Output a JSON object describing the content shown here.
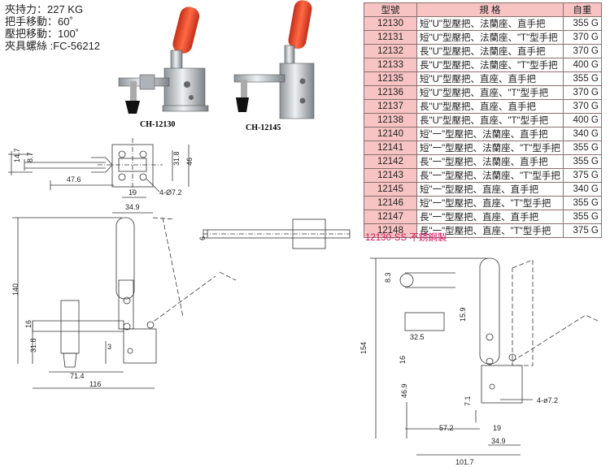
{
  "specs": {
    "line1": "夾持力：227 KG",
    "line2": "把手移動：60˚",
    "line3": "壓把移動：100˚",
    "line4": "夾具螺絲 :FC-56212"
  },
  "photo_labels": {
    "a": "CH-12130",
    "b": "CH-12145"
  },
  "table": {
    "headers": {
      "model": "型號",
      "spec": "規 格",
      "weight": "自重"
    },
    "rows": [
      {
        "model": "12130",
        "spec": "短\"U\"型壓把、法蘭座、直手把",
        "weight": "355 G"
      },
      {
        "model": "12131",
        "spec": "短\"U\"型壓把、法蘭座、\"T\"型手把",
        "weight": "370 G"
      },
      {
        "model": "12132",
        "spec": "長\"U\"型壓把、法蘭座、直手把",
        "weight": "370 G"
      },
      {
        "model": "12133",
        "spec": "長\"U\"型壓把、法蘭座、\"T\"型手把",
        "weight": "400 G"
      },
      {
        "model": "12135",
        "spec": "短\"U\"型壓把、直座、直手把",
        "weight": "355 G"
      },
      {
        "model": "12136",
        "spec": "短\"U\"型壓把、直座、\"T\"型手把",
        "weight": "370 G"
      },
      {
        "model": "12137",
        "spec": "長\"U\"型壓把、直座、直手把",
        "weight": "370 G"
      },
      {
        "model": "12138",
        "spec": "長\"U\"型壓把、直座、\"T\"型手把",
        "weight": "400 G"
      },
      {
        "model": "12140",
        "spec": "短\"一\"型壓把、法蘭座、直手把",
        "weight": "340 G"
      },
      {
        "model": "12141",
        "spec": "短\"一\"型壓把、法蘭座、\"T\"型手把",
        "weight": "355 G"
      },
      {
        "model": "12142",
        "spec": "長\"一\"型壓把、法蘭座、直手把",
        "weight": "355 G"
      },
      {
        "model": "12143",
        "spec": "長\"一\"型壓把、法蘭座、\"T\"型手把",
        "weight": "375 G"
      },
      {
        "model": "12145",
        "spec": "短\"一\"型壓把、直座、直手把",
        "weight": "340 G"
      },
      {
        "model": "12146",
        "spec": "短\"一\"型壓把、直座、\"T\"型手把",
        "weight": "355 G"
      },
      {
        "model": "12147",
        "spec": "長\"一\"型壓把、直座、直手把",
        "weight": "355 G"
      },
      {
        "model": "12148",
        "spec": "長\"一\"型壓把、直座、\"T\"型手把",
        "weight": "375 G"
      }
    ],
    "ss_model": "12130-SS",
    "ss_text": "不銹鋼製"
  },
  "dims": {
    "d14_7": "14.7",
    "d8_7": "8.7",
    "d47_6": "47.6",
    "d31_8a": "31.8",
    "d46": "46",
    "d19a": "19",
    "d4_72a": "4-Ø7.2",
    "d34_9a": "34.9",
    "d6": "6",
    "d140": "140",
    "d16a": "16",
    "d31_8b": "31.8",
    "d3": "3",
    "d71_4": "71.4",
    "d116": "116",
    "d8_3": "8.3",
    "d15_9": "15.9",
    "d32_5": "32.5",
    "d154": "154",
    "d16b": "16",
    "d46_9": "46.9",
    "d7_1": "7.1",
    "d4_72b": "4-ø7.2",
    "d57_2": "57.2",
    "d19b": "19",
    "d34_9b": "34.9",
    "d101_7": "101.7"
  },
  "colors": {
    "header_bg": "#f7c3c3",
    "handle_red": "#e8432b",
    "ss_text": "#d4145a"
  }
}
